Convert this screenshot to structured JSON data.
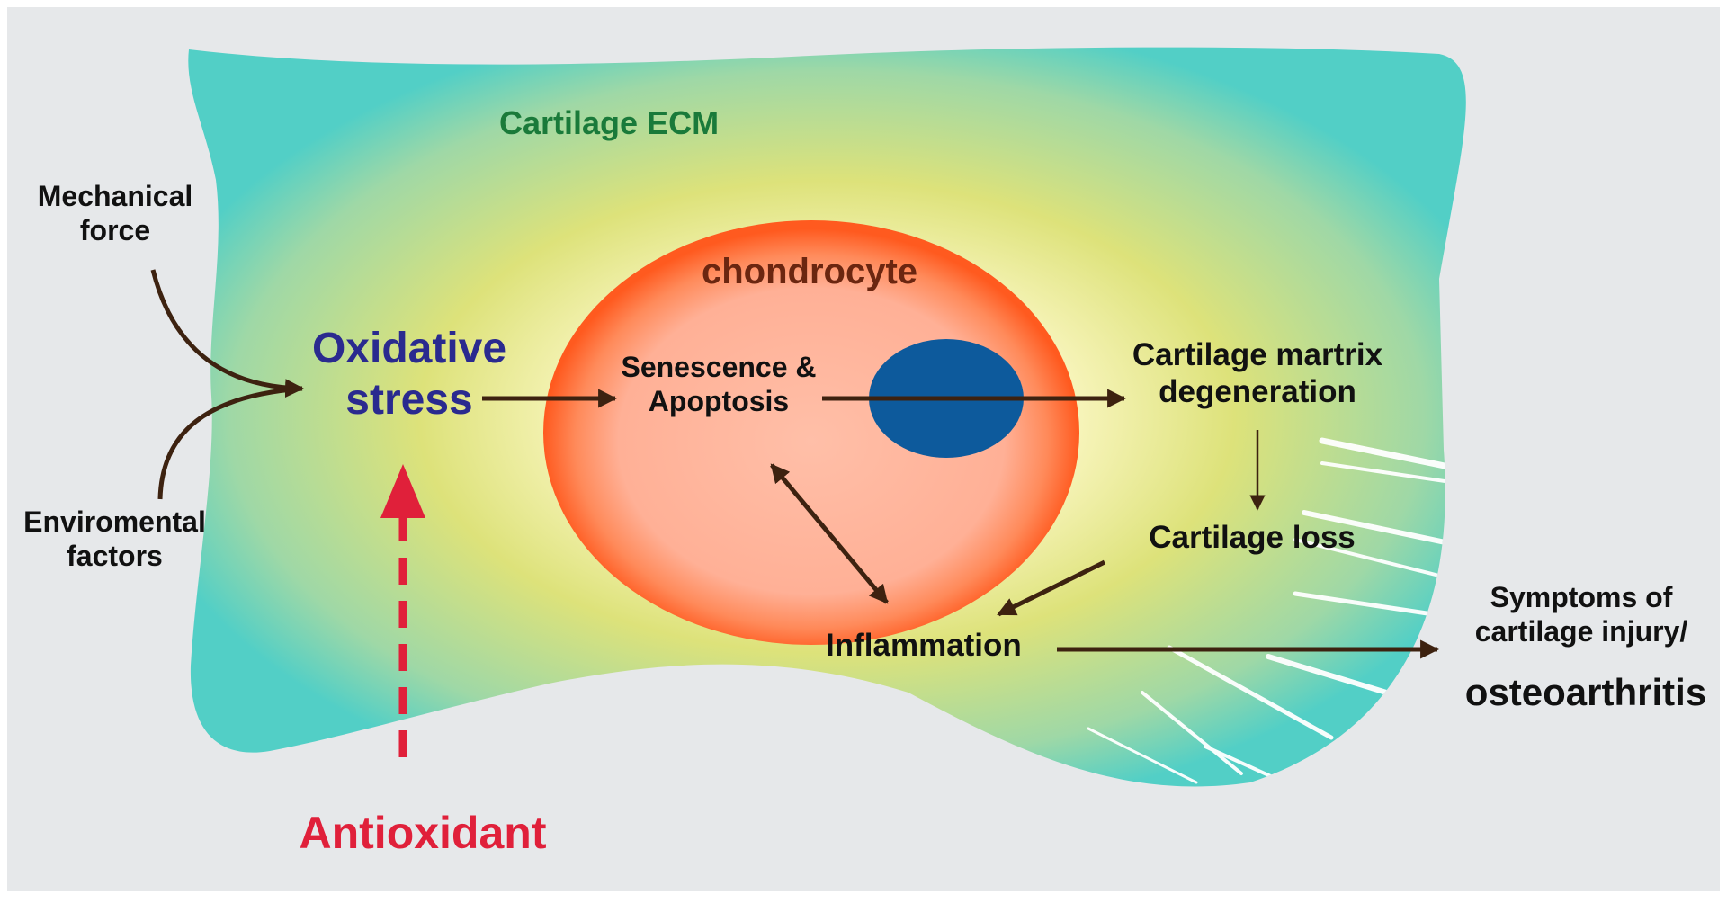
{
  "labels": {
    "ecm": "Cartilage ECM",
    "mechanical": [
      "Mechanical",
      "force"
    ],
    "environmental": [
      "Enviromental",
      "factors"
    ],
    "oxidative": [
      "Oxidative",
      "stress"
    ],
    "chondrocyte": "chondrocyte",
    "senescence": [
      "Senescence &",
      "Apoptosis"
    ],
    "matrix_degeneration": [
      "Cartilage martrix",
      "degeneration"
    ],
    "cartilage_loss": "Cartilage loss",
    "inflammation": "Inflammation",
    "symptoms": [
      "Symptoms of",
      "cartilage injury/"
    ],
    "osteoarthritis": "osteoarthritis",
    "antioxidant": "Antioxidant"
  },
  "colors": {
    "background": "#e6e8ea",
    "ecm_edge": "#52cfc6",
    "ecm_mid": "#dde27a",
    "ecm_center": "#fffdf0",
    "cell_outer": "#ff5a1f",
    "cell_inner": "#ffbfa8",
    "nucleus": "#0d5a9c",
    "arrow_brown": "#3d2210",
    "antioxidant_red": "#e0203a",
    "oxidative_text": "#2a2a8f",
    "ecm_text": "#1a7a3a",
    "chondrocyte_text": "#6b2610"
  }
}
